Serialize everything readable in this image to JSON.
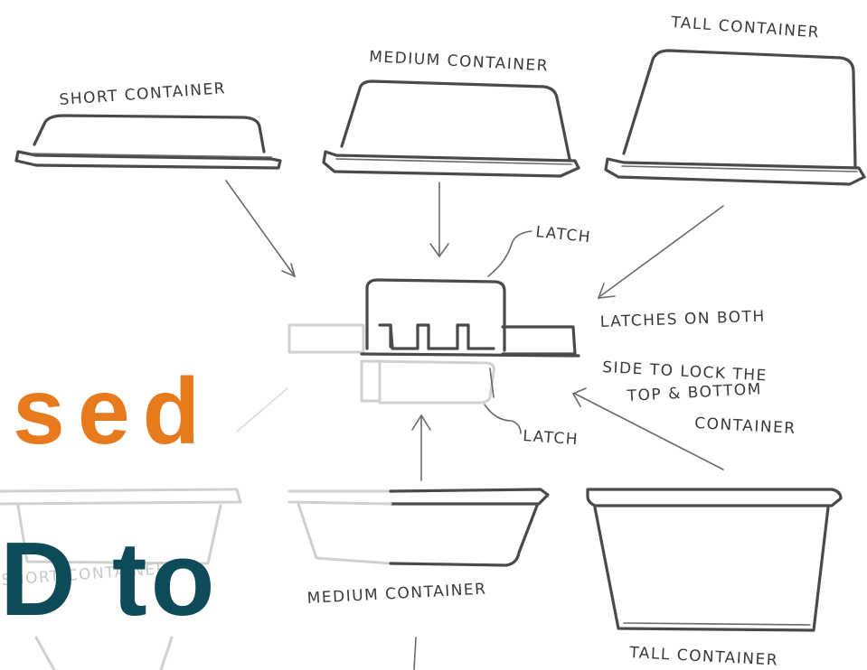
{
  "labels": {
    "short_top": "SHORT CONTAINER",
    "medium_top": "MEDIUM CONTAINER",
    "tall_top": "TALL CONTAINER",
    "latch_top": "LATCH",
    "latch_bottom": "LATCH",
    "note_line_1": "LATCHES ON BOTH",
    "note_line_2": "SIDE TO LOCK THE",
    "note_line_3": "TOP & BOTTOM",
    "note_line_4": "CONTAINER",
    "short_bottom": "SHORT CONTAINER",
    "medium_bottom": "MEDIUM CONTAINER",
    "tall_bottom": "TALL CONTAINER"
  },
  "headline": {
    "line_1": "sed",
    "line_2": "D to",
    "color_1": "#E87A1E",
    "color_2": "#0E4A5A"
  }
}
